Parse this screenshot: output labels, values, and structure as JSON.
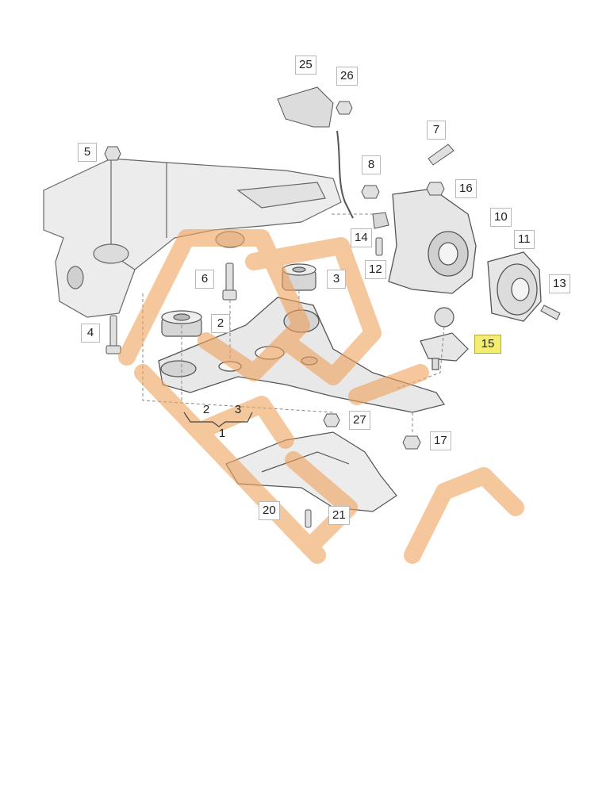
{
  "callouts": {
    "c1": "1",
    "c2a": "2",
    "c2b": "2",
    "c3a": "3",
    "c3b": "3",
    "c4": "4",
    "c5": "5",
    "c6": "6",
    "c7": "7",
    "c8": "8",
    "c10": "10",
    "c11": "11",
    "c12": "12",
    "c13": "13",
    "c14": "14",
    "c15": "15",
    "c16": "16",
    "c17": "17",
    "c20": "20",
    "c21": "21",
    "c25": "25",
    "c26": "26",
    "c27": "27"
  },
  "highlight_part": "15",
  "colors": {
    "line": "#555555",
    "part_fill": "#e9e9e9",
    "part_dark": "#c9c9c9",
    "watermark": "#f0a25c",
    "highlight": "#f3ed72"
  }
}
